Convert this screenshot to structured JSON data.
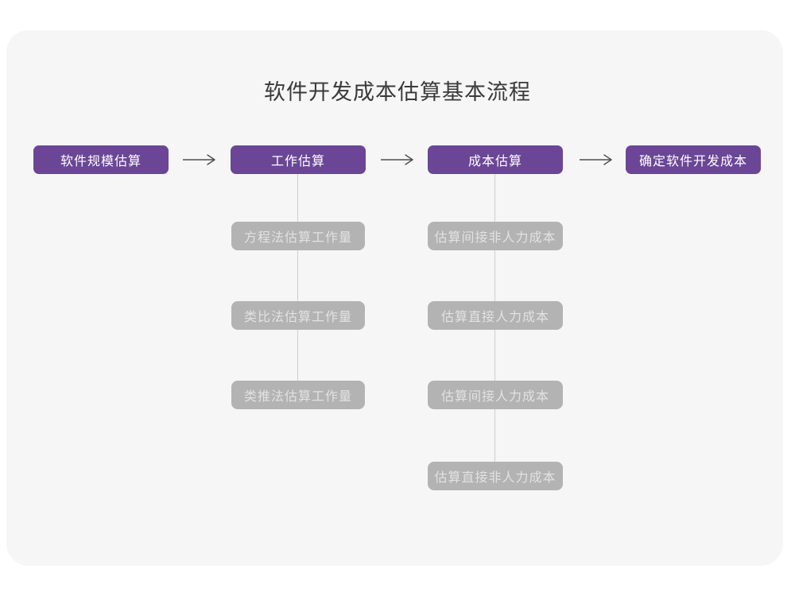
{
  "title": "软件开发成本估算基本流程",
  "colors": {
    "canvas_background": "#ffffff",
    "card_background": "#f6f6f6",
    "primary": "#6b4697",
    "primary_text": "#ffffff",
    "secondary": "#b3b3b3",
    "secondary_text": "#e2e2e2",
    "arrow": "#4d4d4d",
    "connector": "#cfcfcf",
    "title_text": "#3a3a3a"
  },
  "flow": {
    "main_nodes": [
      {
        "label": "软件规模估算"
      },
      {
        "label": "工作估算"
      },
      {
        "label": "成本估算"
      },
      {
        "label": "确定软件开发成本"
      }
    ],
    "work_estimation_methods": [
      {
        "label": "方程法估算工作量"
      },
      {
        "label": "类比法估算工作量"
      },
      {
        "label": "类推法估算工作量"
      }
    ],
    "cost_estimation_steps": [
      {
        "label": "估算间接非人力成本"
      },
      {
        "label": "估算直接人力成本"
      },
      {
        "label": "估算间接人力成本"
      },
      {
        "label": "估算直接非人力成本"
      }
    ]
  }
}
